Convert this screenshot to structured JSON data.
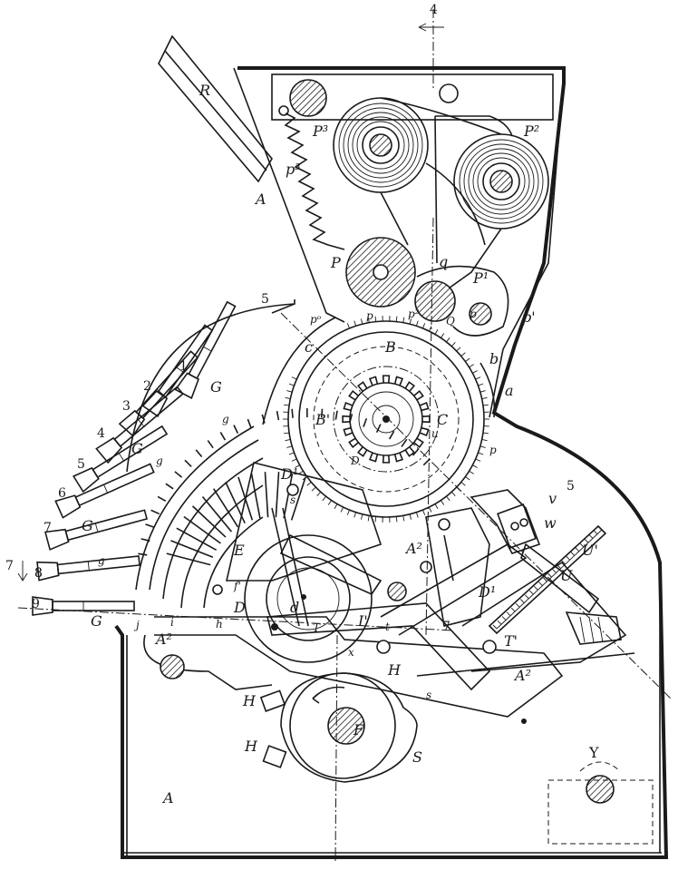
{
  "labels": {
    "R": "R",
    "A_top": "A",
    "A_bottom": "A",
    "A2_right": "A²",
    "A2_mid": "A²",
    "A2_left": "A²",
    "B": "B",
    "B1": "B'",
    "C": "C",
    "D": "D",
    "D1_top": "D¹",
    "D1_right": "D¹",
    "D_lower": "D",
    "E": "E",
    "F": "F",
    "G1": "G",
    "G2": "G",
    "G3": "G",
    "H1": "H",
    "H2": "H",
    "H3": "H",
    "I1": "I'",
    "I_lower": "I",
    "P": "P",
    "P1": "P¹",
    "P2": "P²",
    "P3": "P³",
    "p3": "p³",
    "p_o": "pᵒ",
    "p_a": "p",
    "p_b": "p",
    "p_c": "p",
    "p1": "p'",
    "p2": "p²",
    "q": "q",
    "Q": "Q",
    "S": "S",
    "s": "s",
    "T": "T",
    "T1": "T'",
    "U": "U",
    "U1": "U'",
    "v": "v",
    "w": "w",
    "Y": "Y",
    "a": "a",
    "b": "b",
    "c": "c",
    "d": "d",
    "g1": "g",
    "g2": "g",
    "g3": "g",
    "h": "h",
    "i": "i",
    "j": "j",
    "t": "t",
    "u": "u",
    "x": "x",
    "f1": "f'"
  },
  "numerals": [
    "1",
    "2",
    "3",
    "4",
    "5",
    "6",
    "7",
    "8",
    "9"
  ],
  "section_marks": {
    "top": "4",
    "left5": "5",
    "right5": "5",
    "left7": "7",
    "right7": "7",
    "left8": "8"
  }
}
